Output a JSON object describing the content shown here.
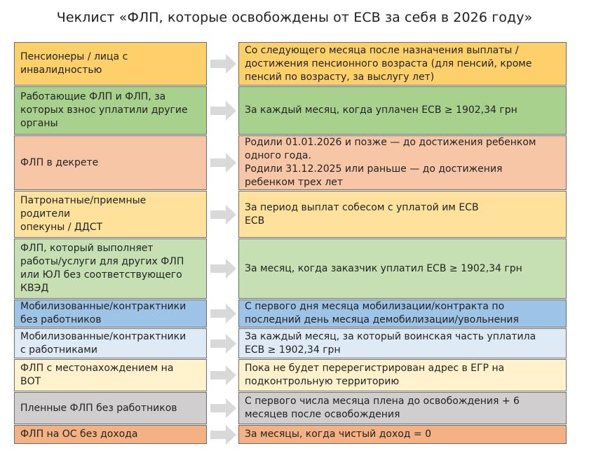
{
  "title": "Чеклист «ФЛП, которые освобождены от ЕСВ за себя в 2026 году»",
  "rows": [
    {
      "left": "Пенсионеры / лица с\nинвалидностью",
      "right": "Со следующего месяца после назначения выплаты /\nдостижения пенсионного возраста (для пенсий, кроме\nпенсий по возрасту, за выслугу лет)",
      "color": "#fdd06a"
    },
    {
      "left": "Работающие ФЛП и ФЛП, за\nкоторых взнос уплатили другие\nорганы",
      "right": "За каждый месяц, когда уплачен ЕСВ ≥ 1902,34 грн",
      "color": "#a9d18e"
    },
    {
      "left": "ФЛП в декрете",
      "right": "Родили 01.01.2026 и позже — до достижения ребенком\nодного года.\nРодили 31.12.2025 или раньше — до достижения\nребенком трех лет",
      "color": "#f7c6a7"
    },
    {
      "left": "Патронатные/приемные\nродители\nопекуны / ДДСТ",
      "right": "За период выплат собесом с уплатой им ЕСВ\nЕСВ",
      "color": "#fee29c"
    },
    {
      "left": "ФЛП, который выполняет\nработы/услуги для других ФЛП\nили ЮЛ без соответствующего\nКВЭД",
      "right": "За месяц, когда заказчик уплатил ЕСВ ≥ 1902,34 грн",
      "color": "#c6e0b4"
    },
    {
      "left": "Мобилизованные/контрактники\nбез работников",
      "right": "С первого дня месяца мобилизации/контракта по\nпоследний день месяца демобилизации/увольнения",
      "color": "#9dc3e6"
    },
    {
      "left": "Мобилизованные/контрактники\nс работниками",
      "right": "За каждый месяц, за который воинская часть уплатила\nЕСВ ≥ 1902,34 грн",
      "color": "#deebf7"
    },
    {
      "left": "ФЛП с местонахождением на\nВОТ",
      "right": "Пока не будет перерегистрирован адрес в ЕГР на\nподконтрольную территорию",
      "color": "#fff2cc"
    },
    {
      "left": "Пленные ФЛП без работников",
      "right": "С первого числа месяца плена до освобождения + 6\nмесяцев после освобождения",
      "color": "#d0cece"
    },
    {
      "left": "ФЛП на ОС без дохода",
      "right": "За месяцы, когда чистый доход = 0",
      "color": "#f4b183"
    }
  ],
  "arrow_color": "#d9d9d9"
}
